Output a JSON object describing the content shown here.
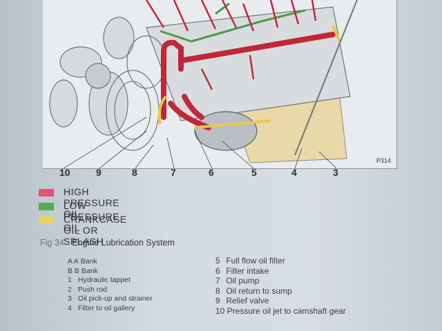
{
  "figure": {
    "code": "P314",
    "callouts": [
      "10",
      "9",
      "8",
      "7",
      "6",
      "5",
      "4",
      "3"
    ],
    "colors": {
      "high_pressure": "#c0283a",
      "low_pressure": "#4a9a48",
      "crankcase": "#e9c84a"
    }
  },
  "legend": [
    {
      "label": "HIGH PRESSURE OIL",
      "color": "#e0566a"
    },
    {
      "label": "LOW PRESSURE OIL",
      "color": "#5aa85a"
    },
    {
      "label": "CRANKCASE OIL OR SPLASH",
      "color": "#ecd25a"
    }
  ],
  "caption": {
    "fig_no": "Fig 34",
    "title": "Engine Lubrication System"
  },
  "parts_left": [
    {
      "key": "A A",
      "label": "Bank"
    },
    {
      "key": "B B",
      "label": "Bank"
    },
    {
      "key": "1",
      "label": "Hydraulic tappet"
    },
    {
      "key": "2",
      "label": "Push rod"
    },
    {
      "key": "3",
      "label": "Oil pick-up and strainer"
    },
    {
      "key": "4",
      "label": "Filter to oil gallery"
    }
  ],
  "parts_right": [
    {
      "key": "5",
      "label": "Full flow oil filter"
    },
    {
      "key": "6",
      "label": "Filter intake"
    },
    {
      "key": "7",
      "label": "Oil pump"
    },
    {
      "key": "8",
      "label": "Oil return to sump"
    },
    {
      "key": "9",
      "label": "Relief valve"
    },
    {
      "key": "10",
      "label": "Pressure oil jet to camshaft gear"
    }
  ]
}
